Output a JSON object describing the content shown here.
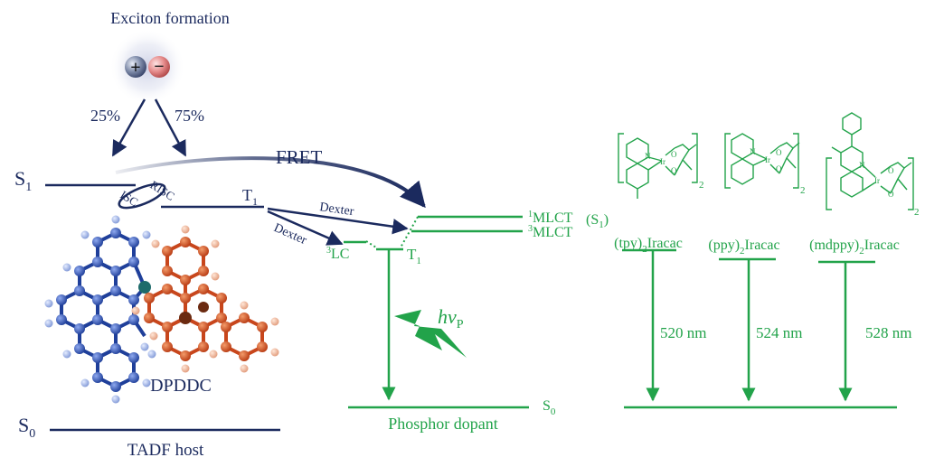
{
  "exciton": {
    "title": "Exciton formation",
    "plus": "+",
    "minus": "−",
    "singlet_pct": "25%",
    "triplet_pct": "75%"
  },
  "host": {
    "s1": "S",
    "s1_sub": "1",
    "s0": "S",
    "s0_sub": "0",
    "t1": "T",
    "t1_sub": "1",
    "risc": "RISC",
    "isc": "ISC",
    "molecule_name": "DPDDC",
    "caption": "TADF host"
  },
  "transfer": {
    "fret": "FRET",
    "dexter_upper": "Dexter",
    "dexter_lower": "Dexter"
  },
  "dopant": {
    "mlct1_sup": "1",
    "mlct1": "MLCT",
    "mlct3_sup": "3",
    "mlct3": "MLCT",
    "s1_paren_open": "(S",
    "s1_paren_sub": "1",
    "s1_paren_close": ")",
    "lc_sup": "3",
    "lc": "LC",
    "t1": "T",
    "t1_sub": "1",
    "photon_h": "h",
    "photon_nu": "ν",
    "photon_sub": "P",
    "s0": "S",
    "s0_sub": "0",
    "caption": "Phosphor dopant"
  },
  "emitters": [
    {
      "pre": "(tpy)",
      "sub": "2",
      "post": "Iracac",
      "wavelength": "520 nm"
    },
    {
      "pre": "(ppy)",
      "sub": "2",
      "post": "Iracac",
      "wavelength": "524 nm"
    },
    {
      "pre": "(mdppy)",
      "sub": "2",
      "post": "Iracac",
      "wavelength": "528 nm"
    }
  ],
  "structure_labels": {
    "n": "N",
    "ir": "Ir",
    "o": "O",
    "bracket_sub": "2"
  },
  "colors": {
    "navy": "#1b2a5e",
    "green": "#22a34a",
    "host_blue": "#1f3f9a",
    "dopant_orange": "#c8461c"
  }
}
